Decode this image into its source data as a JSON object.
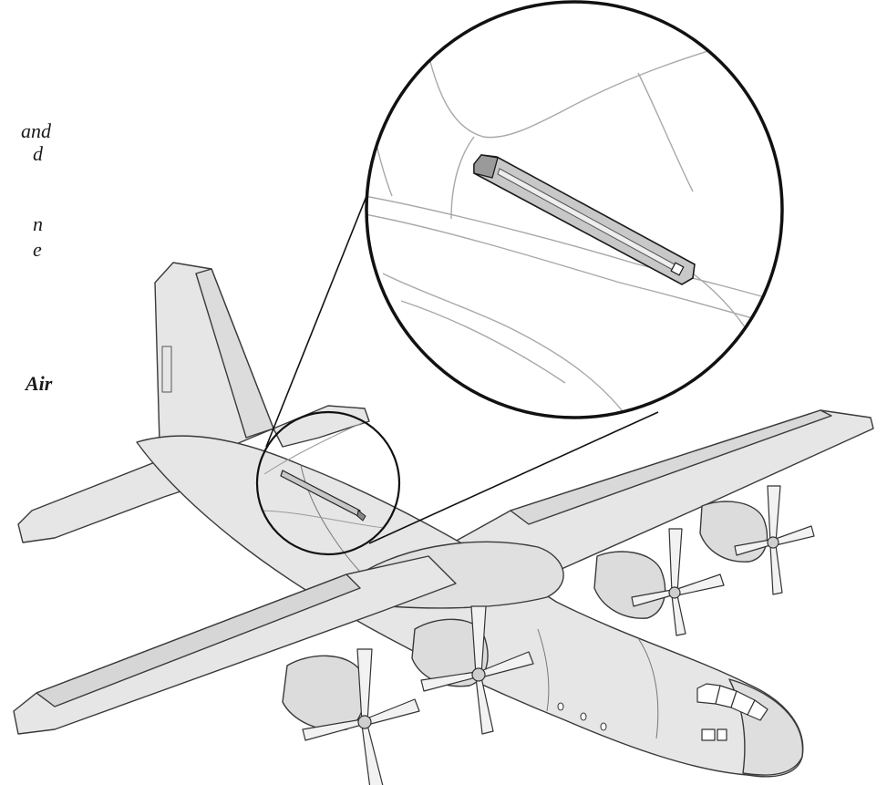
{
  "text_fragments": {
    "line1": "and",
    "line2": "d",
    "line3": "n",
    "line4": "e",
    "line5": "Air"
  },
  "colors": {
    "fill": "#e6e6e6",
    "fill_dark": "#d2d2d2",
    "fill_light": "#f0f0f0",
    "stroke": "#3a3a3a",
    "panel_line": "#a8a8a8",
    "circle": "#111111"
  }
}
